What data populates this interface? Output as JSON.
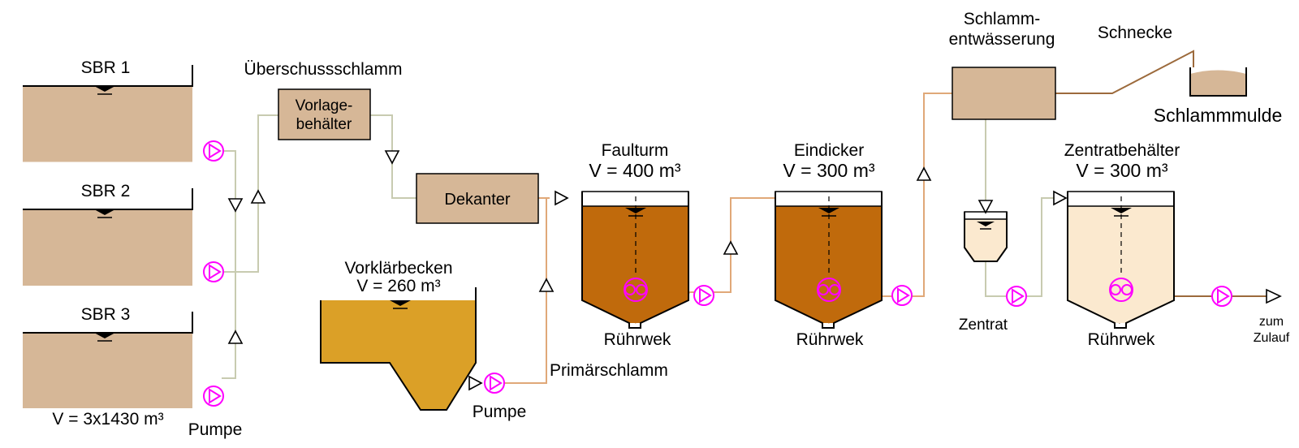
{
  "labels": {
    "sbr1": "SBR 1",
    "sbr2": "SBR 2",
    "sbr3": "SBR 3",
    "sbr_volume": "V = 3x1430 m³",
    "pumpe_left": "Pumpe",
    "ueberschussschlamm": "Überschussschlamm",
    "vorlage_line1": "Vorlage-",
    "vorlage_line2": "behälter",
    "dekanter": "Dekanter",
    "vorklaer_name": "Vorklärbecken",
    "vorklaer_volume": "V = 260 m³",
    "pumpe_bottom": "Pumpe",
    "primaerschlamm": "Primärschlamm",
    "faulturm_name": "Faulturm",
    "faulturm_volume": "V = 400 m³",
    "faulturm_ruehrwerk": "Rührwek",
    "eindicker_name": "Eindicker",
    "eindicker_volume": "V = 300 m³",
    "eindicker_ruehrwerk": "Rührwek",
    "schlamm_line1": "Schlamm-",
    "schlamm_line2": "entwässerung",
    "schnecke": "Schnecke",
    "schlammmulde": "Schlammmulde",
    "zentrat": "Zentrat",
    "zentrat_name": "Zentratbehälter",
    "zentrat_volume": "V = 300 m³",
    "zentrat_ruehrwerk": "Rührwek",
    "zum": "zum",
    "zulauf": "Zulauf"
  },
  "colors": {
    "sbr_fill": "#d6b797",
    "dekanter_fill": "#d6b797",
    "vorklaer_fill": "#dba027",
    "faulturm_fill": "#c06a0c",
    "zentrat_fill": "#fbe9cf",
    "pump": "#ff00ff",
    "pipe_sbr": "#c8cbb0",
    "pipe_primary": "#e0a878",
    "pipe_digested": "#9c6a3c"
  }
}
